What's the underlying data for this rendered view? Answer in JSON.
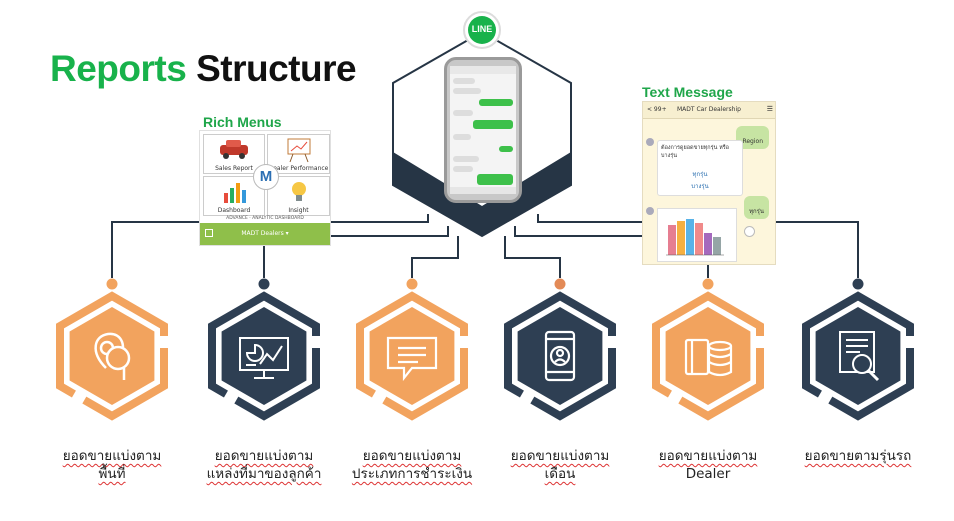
{
  "title": {
    "part1": "Reports",
    "part2": "Structure"
  },
  "colors": {
    "orange": "#f2a35e",
    "navy": "#2e3f53",
    "green": "#18b24b",
    "line": "#263545"
  },
  "line_badge": {
    "text": "LINE"
  },
  "rich_menus": {
    "label": "Rich Menus",
    "tiles": [
      "Sales Report",
      "Dealer Performance",
      "Dashboard",
      "Insight"
    ],
    "center_logo": "M",
    "subtitle": "ADVANCE · ANALYTIC DASHBOARD",
    "bar_text": "MADT Dealers ▾"
  },
  "text_message": {
    "label": "Text Message",
    "back": "< 99+",
    "chat_title": "MADT Car Dealership",
    "bubble_region": "Region",
    "prompt": "ต้องการดูยอดขายทุกรุ่น หรือ บางรุ่น",
    "options": [
      "ทุกรุ่น",
      "บางรุ่น"
    ],
    "reply": "ทุกรุ่น"
  },
  "reports": [
    {
      "lines": [
        "ยอดขายแบ่งตาม",
        "พื้นที่"
      ],
      "theme": "orange",
      "icon": "location-search-icon"
    },
    {
      "lines": [
        "ยอดขายแบ่งตาม",
        "แหล่งที่มาของลูกค้า"
      ],
      "theme": "navy",
      "icon": "monitor-chart-icon"
    },
    {
      "lines": [
        "ยอดขายแบ่งตาม",
        "ประเภทการชำระเงิน"
      ],
      "theme": "orange",
      "icon": "chat-message-icon"
    },
    {
      "lines": [
        "ยอดขายแบ่งตาม",
        "เดือน"
      ],
      "theme": "navy",
      "icon": "mobile-user-icon"
    },
    {
      "lines": [
        "ยอดขายแบ่งตาม",
        "Dealer"
      ],
      "theme": "orange",
      "icon": "card-coins-icon"
    },
    {
      "lines": [
        "ยอดขายตามรุ่นรถ"
      ],
      "theme": "navy",
      "icon": "document-search-icon"
    }
  ]
}
